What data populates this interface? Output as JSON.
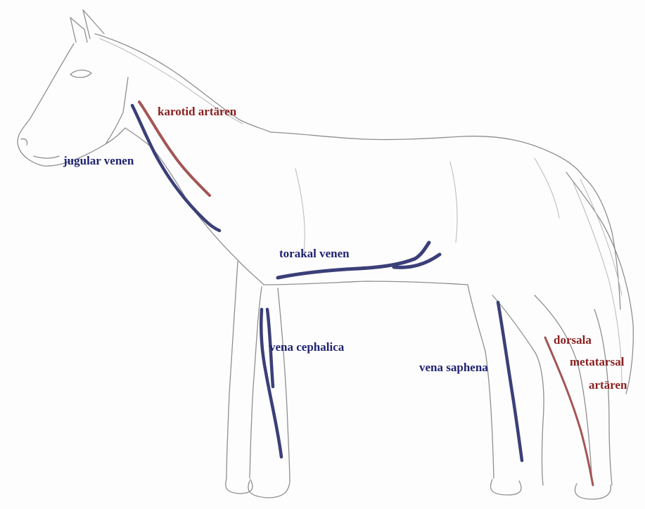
{
  "labels": {
    "karotid": "karotid artären",
    "jugular": "jugular venen",
    "torakal": "torakal venen",
    "cephalica": "vena cephalica",
    "saphena": "vena saphena",
    "dorsala_1": "dorsala",
    "dorsala_2": "metatarsal",
    "dorsala_3": "artären"
  },
  "colors": {
    "vein": "#1f2370",
    "artery": "#8a1f1f",
    "outline": "#8f8f8f",
    "background": "#fdfdfd"
  }
}
